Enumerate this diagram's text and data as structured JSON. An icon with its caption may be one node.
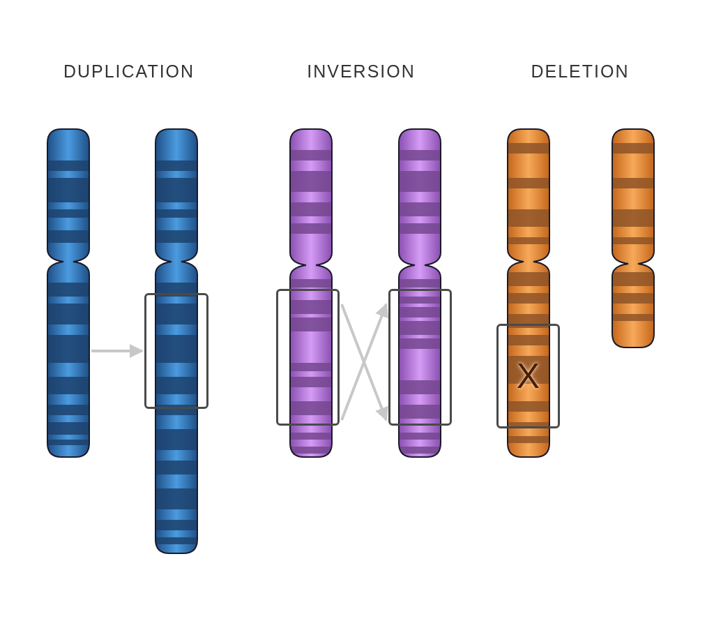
{
  "diagram": {
    "nodes": [
      {
        "text": [],
        "shape": "picture"
      },
      {
        "text": [],
        "shape": "box"
      },
      {
        "text": [],
        "shape": "box"
      },
      {
        "text": [],
        "shape": "box"
      },
      {
        "text": [
          "X"
        ]
      }
    ],
    "edges": [
      {
        "from": 0,
        "to": 1,
        "arrow": "to"
      },
      {
        "from": 2,
        "to": 3,
        "arrow": "to"
      },
      {
        "from": 2,
        "to": 3,
        "arrow": "to"
      }
    ],
    "labels": [
      "DUPLICATION",
      "INVERSION",
      "DELETION"
    ]
  }
}
